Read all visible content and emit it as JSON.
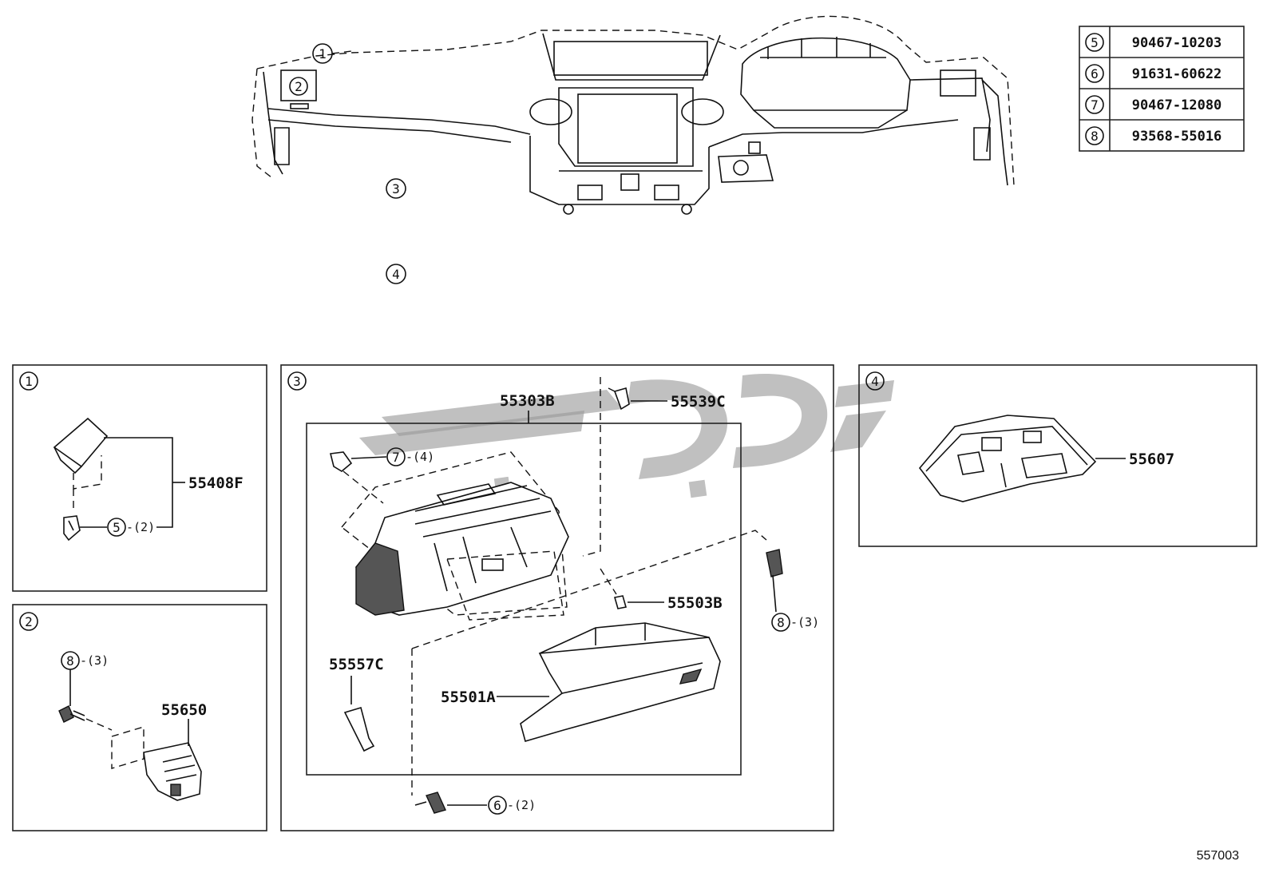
{
  "diagram": {
    "diagram_number": "557003",
    "overview_callouts": [
      "1",
      "2",
      "3",
      "4"
    ],
    "spec_table": [
      {
        "ref": "5",
        "part_no": "90467-10203"
      },
      {
        "ref": "6",
        "part_no": "91631-60622"
      },
      {
        "ref": "7",
        "part_no": "90467-12080"
      },
      {
        "ref": "8",
        "part_no": "93568-55016"
      }
    ],
    "panel1": {
      "label": "1",
      "part": "55408F",
      "clip_ref": "5",
      "clip_qty": "-(2)"
    },
    "panel2": {
      "label": "2",
      "part": "55650",
      "screw_ref": "8",
      "screw_qty": "-(3)"
    },
    "panel3": {
      "label": "3",
      "parts": {
        "glove_box_door": "55303B",
        "door_stopper": "55539C",
        "lock": "55503B",
        "damper": "55557C",
        "glove_box": "55501A"
      },
      "refs": [
        {
          "ref": "7",
          "qty": "-(4)"
        },
        {
          "ref": "8",
          "qty": "-(3)"
        },
        {
          "ref": "6",
          "qty": "-(2)"
        }
      ]
    },
    "panel4": {
      "label": "4",
      "part": "55607"
    },
    "watermark": "ﭼﯿﻮﮐ"
  }
}
